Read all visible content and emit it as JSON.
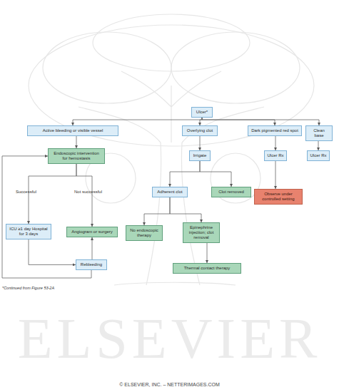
{
  "diagram": {
    "nodes": [
      {
        "text": [
          "Ulcer*"
        ]
      },
      {
        "text": [
          "Active bleeding or visible vessel"
        ]
      },
      {
        "text": [
          "Overlying clot"
        ]
      },
      {
        "text": [
          "Dark pigmented red spot"
        ]
      },
      {
        "text": [
          "Clean base"
        ]
      },
      {
        "text": [
          "Endoscopic intervention for hemostasis"
        ]
      },
      {
        "text": [
          "Irrigate"
        ]
      },
      {
        "text": [
          "Ulcer Rx"
        ]
      },
      {
        "text": [
          "Ulcer Rx"
        ]
      },
      {
        "text": [
          "Adherent clot"
        ]
      },
      {
        "text": [
          "Clot removed"
        ]
      },
      {
        "text": [
          "Observe under controlled setting"
        ]
      },
      {
        "text": [
          "ICU ≥1 day Hospital for 3 days"
        ]
      },
      {
        "text": [
          "Angiogram or surgery"
        ]
      },
      {
        "text": [
          "No endoscopic therapy"
        ]
      },
      {
        "text": [
          "Epinephrine injection; clot removal"
        ]
      },
      {
        "text": [
          "Thermal contact therapy"
        ]
      },
      {
        "text": [
          "Rebleeding"
        ]
      }
    ],
    "edges": [
      {
        "from": 0,
        "to": 1,
        "arrow": "to"
      },
      {
        "from": 0,
        "to": 2,
        "arrow": "to"
      },
      {
        "from": 0,
        "to": 3,
        "arrow": "to"
      },
      {
        "from": 0,
        "to": 4,
        "arrow": "to"
      },
      {
        "from": 1,
        "to": 5,
        "arrow": "to"
      },
      {
        "from": 5,
        "to": 12,
        "label": "Successful",
        "arrow": "to"
      },
      {
        "from": 5,
        "to": 13,
        "label": "Not successful",
        "arrow": "to"
      },
      {
        "from": 12,
        "to": 17,
        "arrow": "to"
      },
      {
        "from": 17,
        "to": 13,
        "arrow": "to"
      },
      {
        "from": 17,
        "to": 5,
        "arrow": "to"
      },
      {
        "from": 2,
        "to": 6,
        "arrow": "to"
      },
      {
        "from": 6,
        "to": 9,
        "arrow": "to"
      },
      {
        "from": 6,
        "to": 10,
        "arrow": "to"
      },
      {
        "from": 9,
        "to": 14,
        "arrow": "to"
      },
      {
        "from": 9,
        "to": 15,
        "arrow": "to"
      },
      {
        "from": 15,
        "to": 16,
        "arrow": "to"
      },
      {
        "from": 3,
        "to": 7,
        "arrow": "to"
      },
      {
        "from": 7,
        "to": 11,
        "arrow": "to"
      },
      {
        "from": 4,
        "to": 8,
        "arrow": "to"
      }
    ],
    "labels": [
      "*Continued from Figure 53-2A",
      "ELSEVIER",
      "© ELSEVIER, INC. – NETTERIMAGES.COM"
    ]
  }
}
